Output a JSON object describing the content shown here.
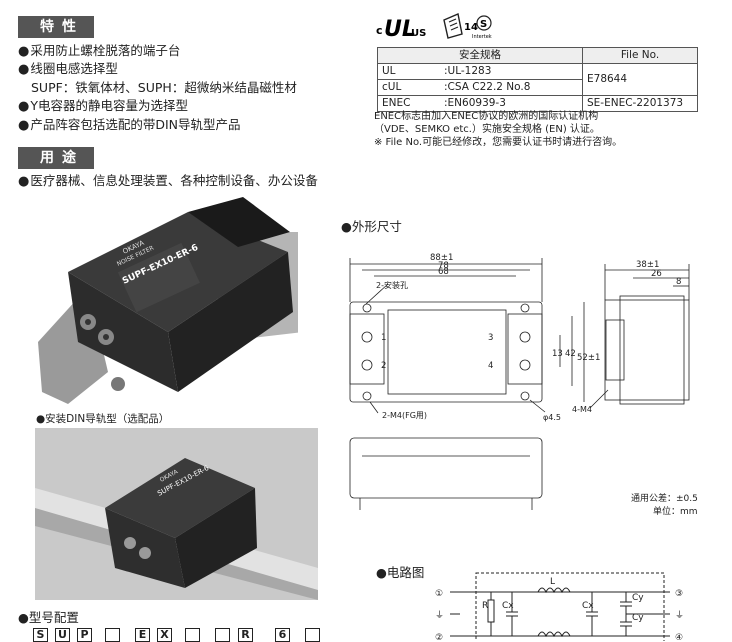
{
  "features": {
    "title": "特性",
    "bullet": "●",
    "items": [
      "采用防止螺栓脱落的端子台",
      "线圈电感选择型",
      "SUPF：铁氧体材、SUPH：超微纳米结晶磁性材",
      "Y电容器的静电容量为选择型",
      "产品阵容包括选配的带DIN导轨型产品"
    ]
  },
  "usage": {
    "title": "用途",
    "text": "医疗器械、信息处理装置、各种控制设备、办公设备"
  },
  "certs": {
    "marks": {
      "c": "c",
      "ul": "UL",
      "us": "US",
      "enec_num": "14",
      "intertek": "Intertek"
    },
    "header": {
      "standard": "安全规格",
      "file": "File No."
    },
    "rows": [
      {
        "name": "UL",
        "std": ":UL-1283",
        "file": "E78644"
      },
      {
        "name": "cUL",
        "std": ":CSA C22.2 No.8",
        "file": ""
      },
      {
        "name": "ENEC",
        "std": ":EN60939-3",
        "file": "SE-ENEC-2201373"
      }
    ],
    "notes": [
      "ENEC标志由加入ENEC协议的欧洲的国际认证机构",
      "（VDE、SEMKO etc.）实施安全规格 (EN) 认证。",
      "※ File No.可能已经修改，您需要认证书时请进行咨询。"
    ]
  },
  "product": {
    "brand": "OKAYA",
    "line1": "NOISE FILTER",
    "model": "SUPF-EX10-ER-6"
  },
  "din_caption": "●安装DIN导轨型（选配品）",
  "dimensions": {
    "title": "●外形尺寸",
    "w88": "88±1",
    "w78": "78",
    "w68": "68",
    "holes": "2-安装孔",
    "h13": "13",
    "h42": "42",
    "h52": "52±1",
    "m4fg": "2-M4(FG用)",
    "phi": "φ4.5",
    "m4": "4-M4",
    "d38": "38±1",
    "d26": "26",
    "d8": "8",
    "t1": "1",
    "t2": "2",
    "t3": "3",
    "t4": "4",
    "tolerance": "通用公差：±0.5",
    "unit": "单位：mm"
  },
  "circuit": {
    "title": "●电路图",
    "labels": {
      "L": "L",
      "R": "R",
      "Cx1": "Cx",
      "Cx2": "Cx",
      "Cy1": "Cy",
      "Cy2": "Cy"
    },
    "terminals": [
      "①",
      "⏚",
      "②",
      "③",
      "⏚",
      "④"
    ]
  },
  "model_config": {
    "title": "●型号配置",
    "boxes": [
      "S",
      "U",
      "P",
      "",
      "E",
      "X",
      "",
      "",
      "R",
      "6",
      ""
    ]
  }
}
